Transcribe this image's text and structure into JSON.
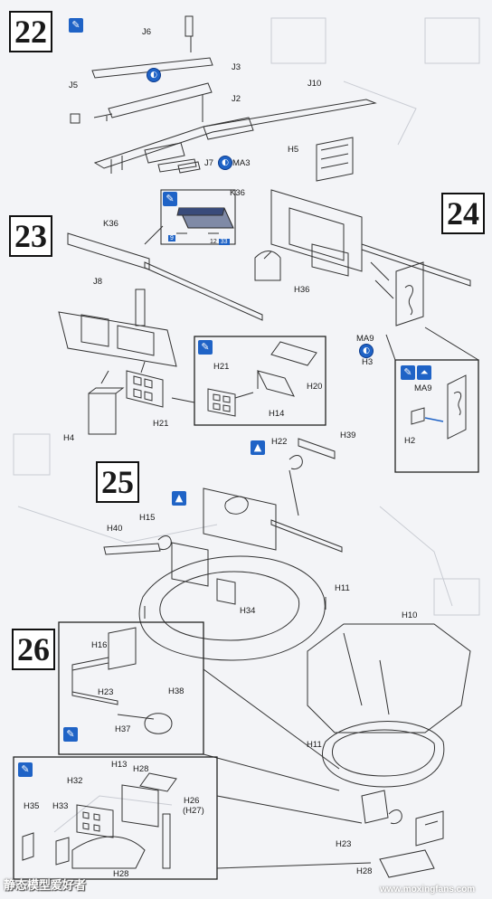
{
  "steps": {
    "s22": "22",
    "s23": "23",
    "s24": "24",
    "s25": "25",
    "s26": "26"
  },
  "parts": {
    "J6": "J6",
    "J3": "J3",
    "J2": "J2",
    "J5": "J5",
    "J10": "J10",
    "J7": "J7",
    "MA3": "MA3",
    "H5": "H5",
    "K36_box": "K36",
    "K36": "K36",
    "J8": "J8",
    "H36": "H36",
    "MA9": "MA9",
    "H3": "H3",
    "H21_detail": "H21",
    "H20": "H20",
    "H14": "H14",
    "H4": "H4",
    "H21": "H21",
    "MA9_detail": "MA9",
    "H2": "H2",
    "H22": "H22",
    "H39": "H39",
    "H15": "H15",
    "H40": "H40",
    "H11": "H11",
    "H34": "H34",
    "H10": "H10",
    "H11_b": "H11",
    "H16": "H16",
    "H23_detail": "H23",
    "H38": "H38",
    "H37": "H37",
    "H13": "H13",
    "H28_detail": "H28",
    "H32": "H32",
    "H26": "H26",
    "H27": "(H27)",
    "H35": "H35",
    "H33": "H33",
    "H28_bottom_detail": "H28",
    "H23": "H23",
    "H28": "H28"
  },
  "paint_refs": {
    "ref1_num": "9",
    "ref2_num": "12",
    "ref2_suffix": "33"
  },
  "watermark": {
    "text": "静态模型爱好者",
    "url": "www.moxingfans.com"
  },
  "colors": {
    "accent_blue": "#1f63c6",
    "line": "#333333"
  }
}
